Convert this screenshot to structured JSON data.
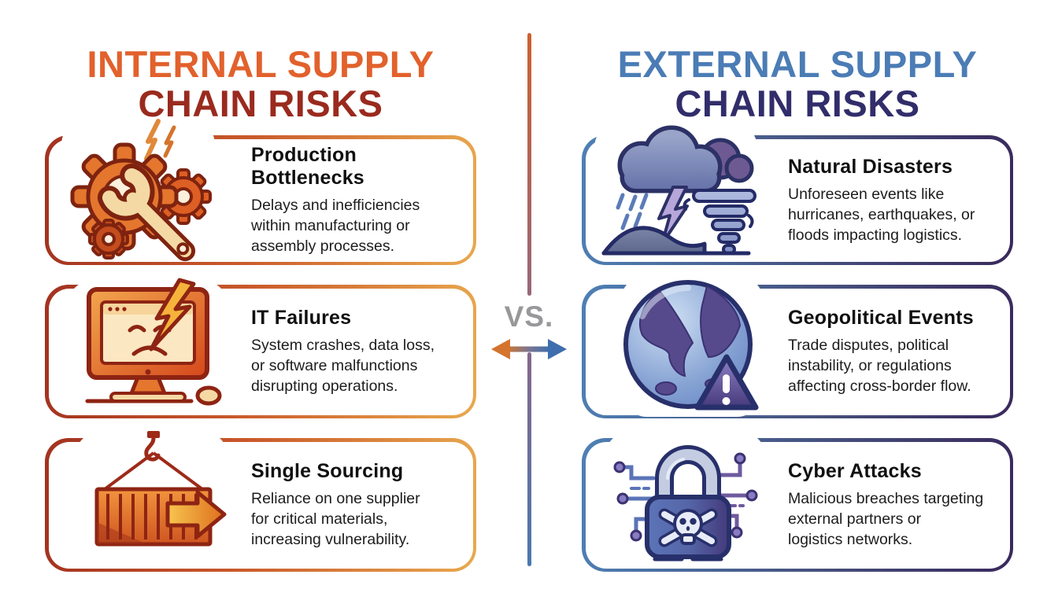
{
  "page": {
    "background": "#ffffff"
  },
  "left": {
    "title_line1": "INTERNAL SUPPLY",
    "title_line2": "CHAIN RISKS",
    "colors": {
      "title_line1": "#E2612C",
      "title_line2": "#9A2A1E",
      "border_gradient": [
        "#A23220",
        "#C9582A",
        "#E9A94F"
      ]
    },
    "cards": [
      {
        "icon": "gears-wrench-icon",
        "title": "Production Bottlenecks",
        "description": "Delays and inefficiencies\nwithin manufacturing or\nassembly processes."
      },
      {
        "icon": "crashed-computer-icon",
        "title": "IT Failures",
        "description": "System crashes, data loss,\nor software malfunctions\ndisrupting operations."
      },
      {
        "icon": "shipping-container-icon",
        "title": "Single Sourcing",
        "description": "Reliance on one supplier\nfor critical materials,\nincreasing vulnerability."
      }
    ]
  },
  "right": {
    "title_line1": "EXTERNAL SUPPLY",
    "title_line2": "CHAIN RISKS",
    "colors": {
      "title_line1": "#4B7CB5",
      "title_line2": "#312D6B",
      "border_gradient": [
        "#4E80B5",
        "#39295C"
      ]
    },
    "cards": [
      {
        "icon": "storm-tornado-icon",
        "title": "Natural Disasters",
        "description": "Unforeseen events like\nhurricanes, earthquakes, or\nfloods impacting logistics."
      },
      {
        "icon": "globe-warning-icon",
        "title": "Geopolitical Events",
        "description": "Trade disputes, political\ninstability, or regulations\naffecting cross-border flow."
      },
      {
        "icon": "padlock-skull-icon",
        "title": "Cyber Attacks",
        "description": "Malicious breaches targeting\nexternal partners or\nlogistics networks."
      }
    ]
  },
  "divider": {
    "vs_label": "VS.",
    "vs_color": "#98989B",
    "line_top_gradient": [
      "#CE6030",
      "#97687A"
    ],
    "line_bottom_gradient": [
      "#87678C",
      "#4A78AE"
    ],
    "arrow_left_color": "#D4732E",
    "arrow_right_color": "#3E6EAD"
  }
}
